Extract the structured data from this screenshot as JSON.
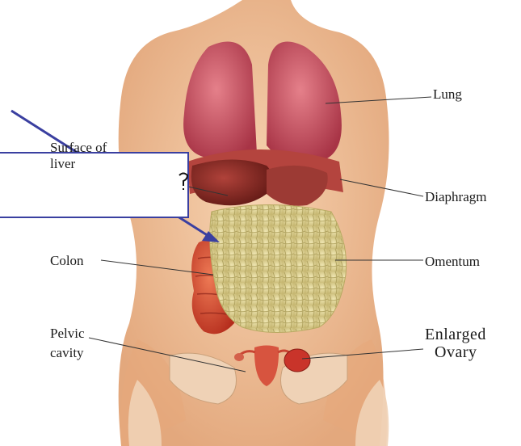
{
  "labels": {
    "lung": "Lung",
    "surface_line1": "Surface of",
    "surface_line2": "liver",
    "diaphragm": "Diaphragm",
    "colon": "Colon",
    "omentum": "Omentum",
    "pelvic_line1": "Pelvic",
    "pelvic_line2": "cavity",
    "ovary_line1": "Enlarged",
    "ovary_line2": "Ovary"
  },
  "callout": {
    "glyph": "?"
  },
  "colors": {
    "skin": "#f2c7a0",
    "skin_shadow": "#e0a77a",
    "lung": "#c9525e",
    "liver": "#8a2a24",
    "diaphragm": "#a63a36",
    "colon": "#d0452e",
    "omentum": "#d9cf8a",
    "arrow": "#3a3fa0",
    "leader": "#333333"
  }
}
